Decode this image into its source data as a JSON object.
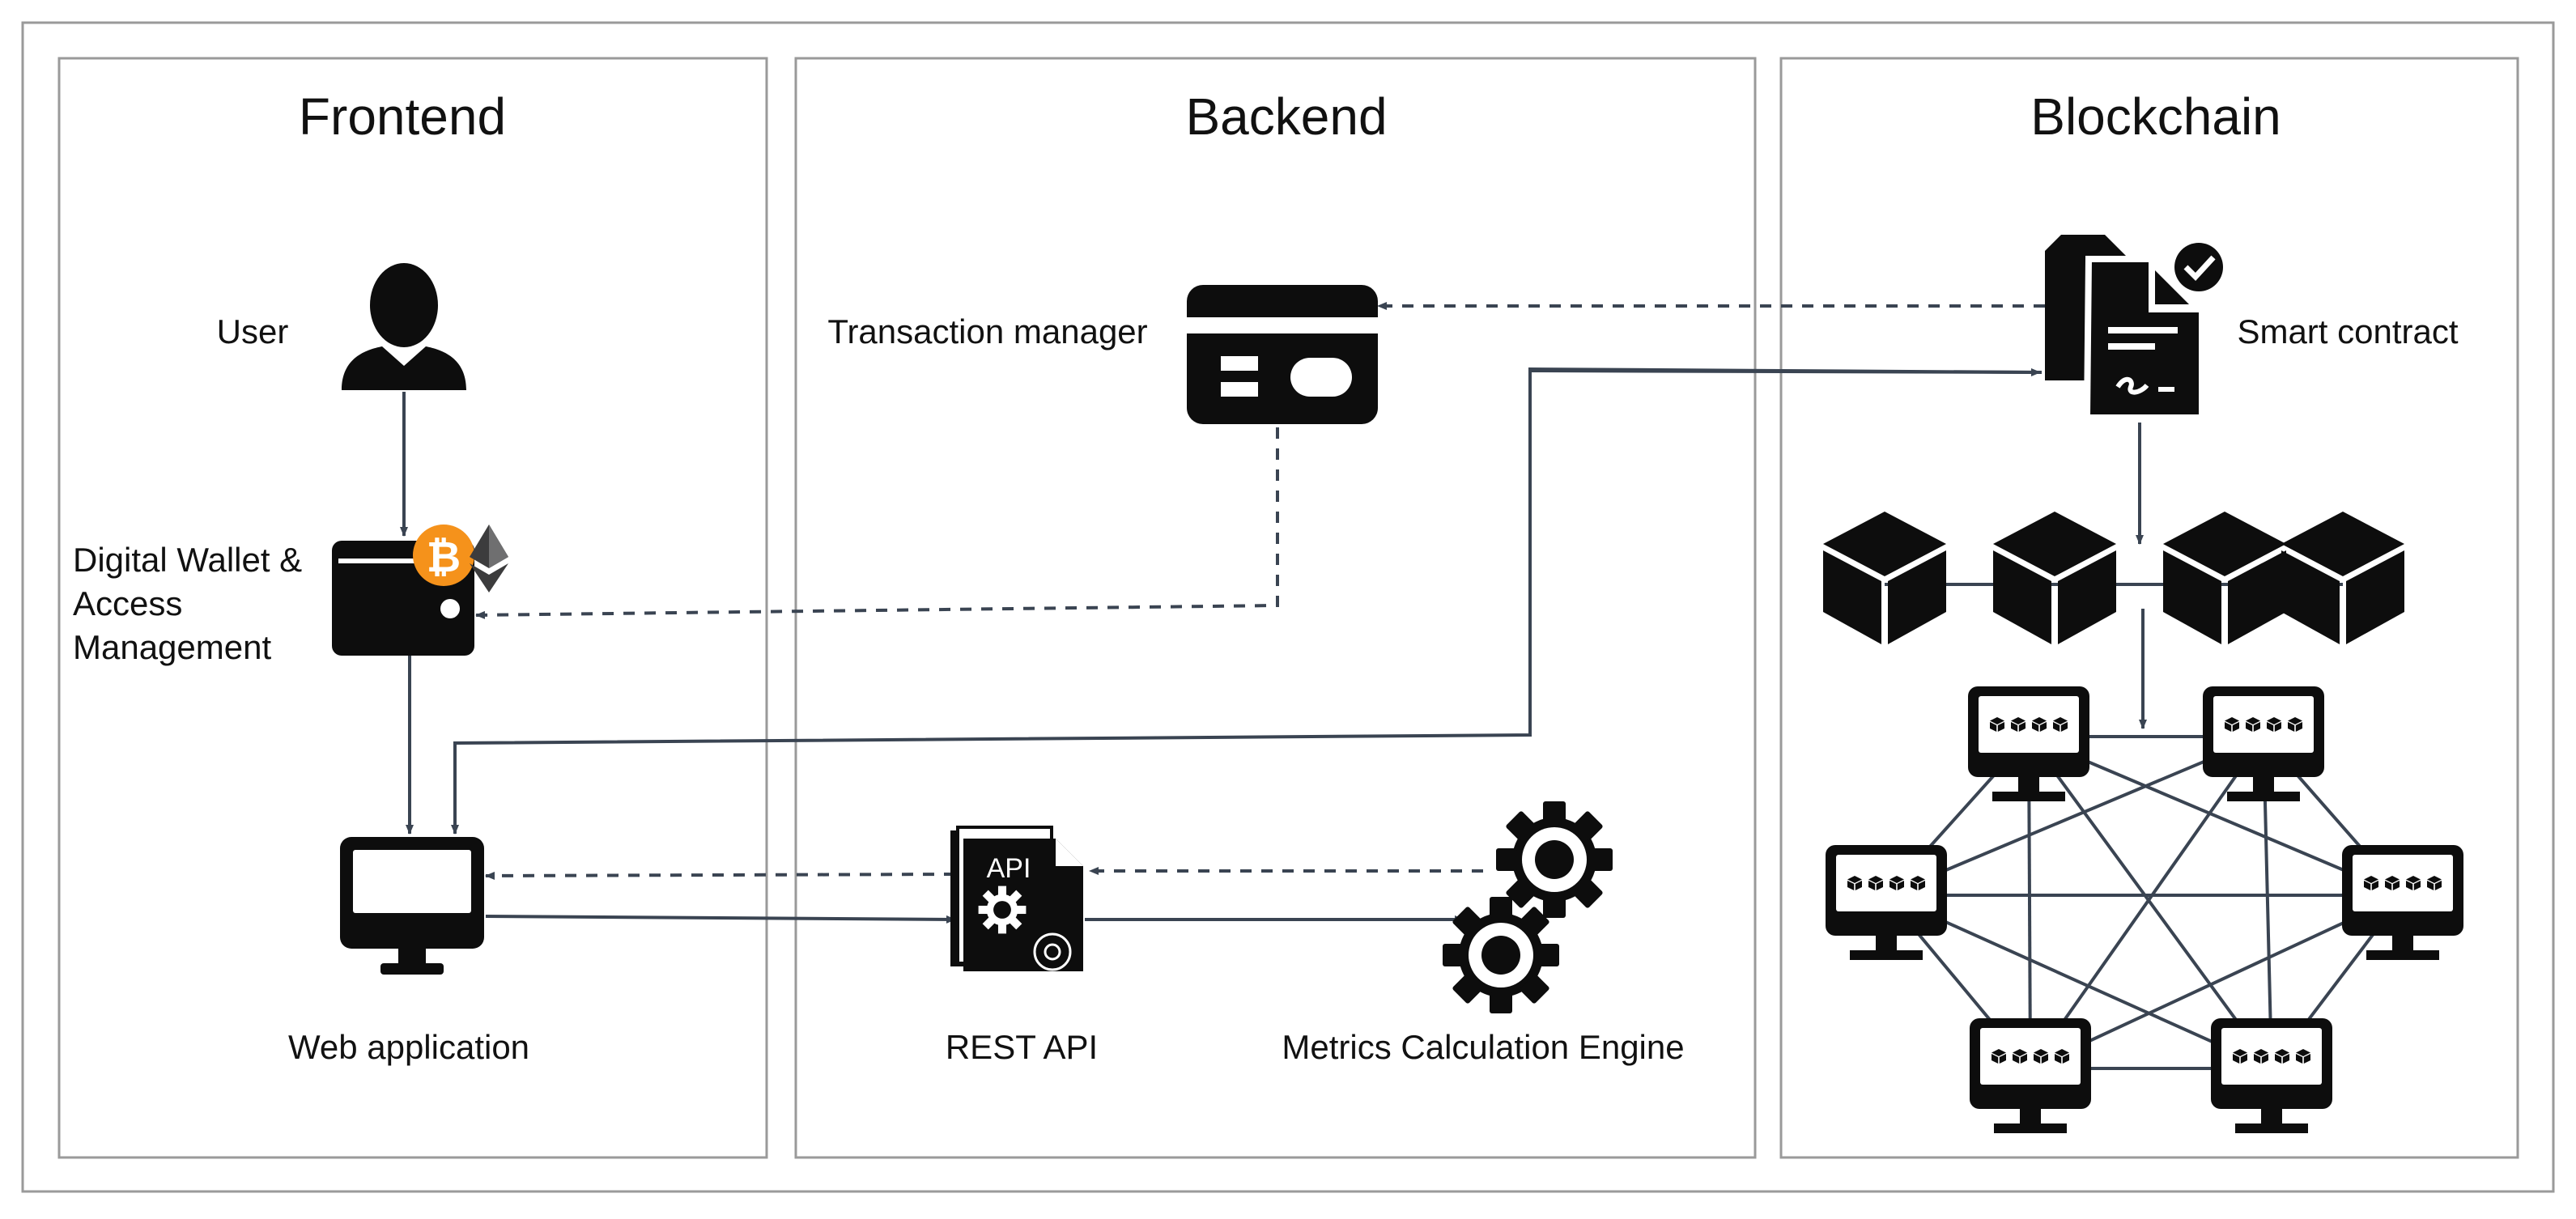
{
  "columns": {
    "frontend": {
      "title": "Frontend"
    },
    "backend": {
      "title": "Backend"
    },
    "blockchain": {
      "title": "Blockchain"
    }
  },
  "nodes": {
    "user": {
      "label": "User",
      "icon": "user-icon"
    },
    "wallet": {
      "label_lines": [
        "Digital Wallet &",
        "Access",
        "Management"
      ],
      "icon": "wallet-icon"
    },
    "webapp": {
      "label": "Web application",
      "icon": "monitor-icon"
    },
    "transaction_manager": {
      "label": "Transaction manager",
      "icon": "credit-card-icon"
    },
    "rest_api": {
      "label": "REST API",
      "icon": "api-document-icon",
      "badge": "API"
    },
    "metrics_engine": {
      "label": "Metrics Calculation Engine",
      "icon": "gears-icon"
    },
    "smart_contract": {
      "label": "Smart contract",
      "icon": "contract-document-icon"
    },
    "blocks": {
      "icon": "cube-icon",
      "count": 4
    },
    "network": {
      "icon": "network-node-icon",
      "count": 6
    }
  },
  "colors": {
    "line": "#3a4452",
    "border": "#9a9a9a",
    "icon": "#0d0d0d",
    "bitcoin": "#f5921b",
    "ethereum": "#3c3c3d"
  }
}
